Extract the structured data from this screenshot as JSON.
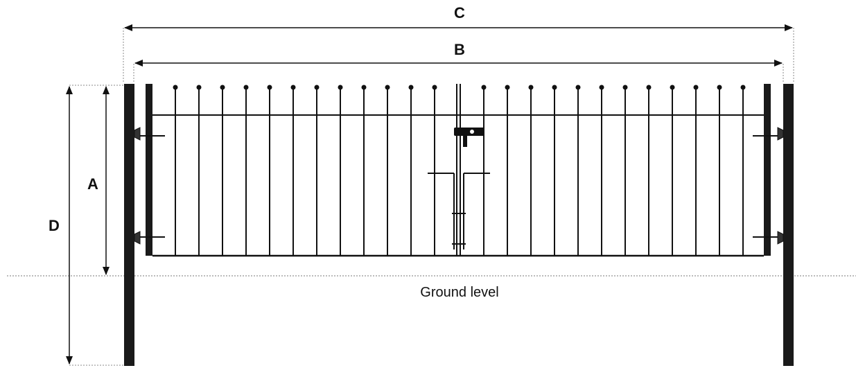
{
  "labels": {
    "overall_width": "C",
    "gate_width": "B",
    "gate_height": "A",
    "post_height": "D",
    "ground": "Ground level"
  },
  "gate": {
    "leaves": 2,
    "bars_per_leaf": 13,
    "bar_tops": "ball finial",
    "latch": "drop bolt and latch at centre"
  },
  "colors": {
    "ink": "#111111",
    "post": "#1a1a1a",
    "dotted": "#777777"
  }
}
